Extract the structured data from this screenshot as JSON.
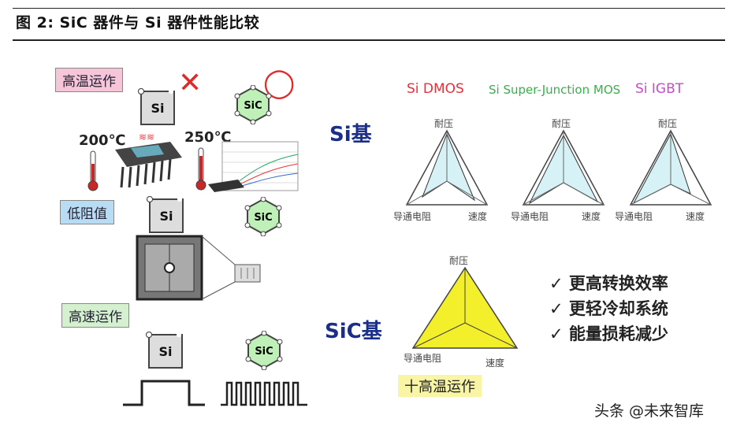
{
  "figure": {
    "title": "图 2:  SiC 器件与 Si 器件性能比较"
  },
  "left_panel": {
    "tags": {
      "high_temp": "高温运作",
      "low_resistance": "低阻值",
      "high_speed": "高速运作"
    },
    "chip_si": "Si",
    "chip_sic": "SiC",
    "temp_si": "200℃",
    "temp_sic": "250℃",
    "mark_cross": "✕",
    "mark_circle": "◯"
  },
  "right_panel": {
    "row_si_label": "Si基",
    "row_sic_label": "SiC基",
    "legend": [
      {
        "label": "Si DMOS",
        "color": "#e8303a"
      },
      {
        "label": "Si Super-Junction MOS",
        "color": "#35b24a"
      },
      {
        "label": "Si IGBT",
        "color": "#c84cc8"
      }
    ],
    "radar_axes": {
      "top": "耐压",
      "left": "导通电阻",
      "right": "速度"
    },
    "sic_tag": "十高温运作",
    "benefits": [
      "✓  更高转换效率",
      "✓  更轻冷却系统",
      "✓  能量损耗减少"
    ]
  },
  "watermark": "头条 @未来智库",
  "colors": {
    "pink_tag": "#f6c6d8",
    "blue_tag": "#b9dcf5",
    "green_tag": "#d4f0cf",
    "radar_fill": "#d6f2f6",
    "sic_fill": "#f3ef2a",
    "sic_hex": "#bff0b8",
    "label_blue": "#1b2f8a"
  }
}
